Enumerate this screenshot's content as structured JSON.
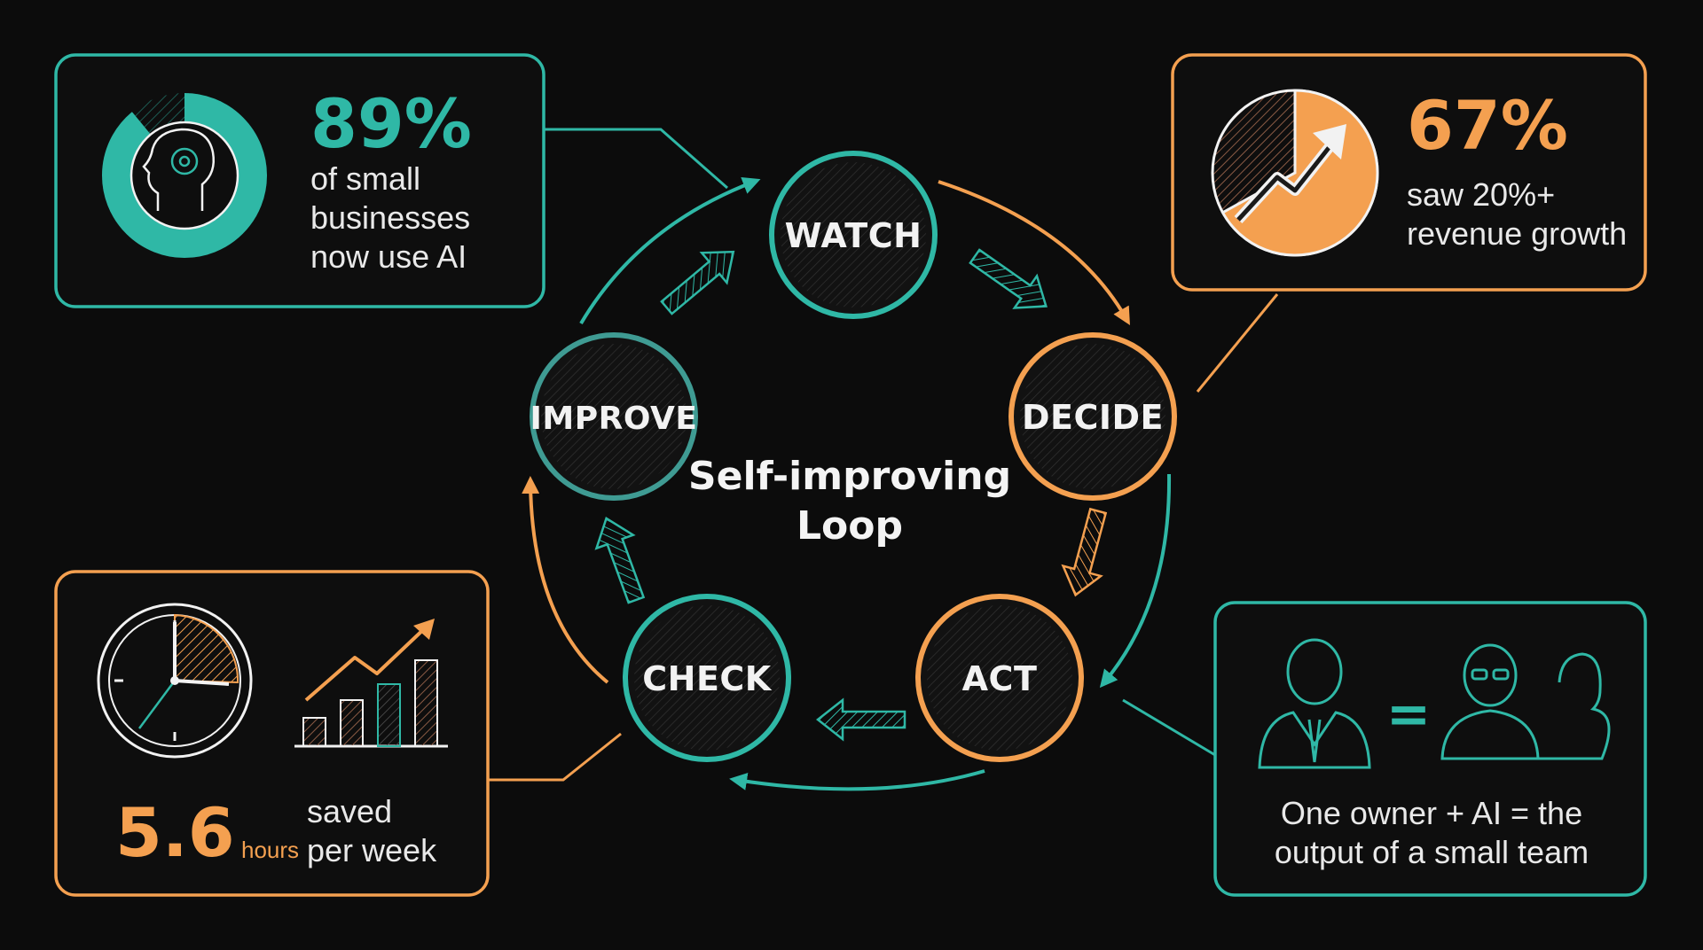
{
  "colors": {
    "background": "#0c0c0c",
    "teal": "#2fb8a6",
    "orange": "#f4a050",
    "text": "#f2f2f2"
  },
  "center": {
    "line1": "Self-improving",
    "line2": "Loop"
  },
  "loop_nodes": [
    {
      "id": "watch",
      "label": "WATCH",
      "color": "teal"
    },
    {
      "id": "decide",
      "label": "DECIDE",
      "color": "orange"
    },
    {
      "id": "act",
      "label": "ACT",
      "color": "orange"
    },
    {
      "id": "check",
      "label": "CHECK",
      "color": "teal"
    },
    {
      "id": "improve",
      "label": "IMPROVE",
      "color": "teal"
    }
  ],
  "stats": {
    "ai_usage": {
      "value": "89%",
      "line1": "of small",
      "line2": "businesses",
      "line3": "now use AI",
      "donut_fraction": 0.89,
      "icon": "head-gear-icon"
    },
    "revenue": {
      "value": "67%",
      "line1": "saw 20%+",
      "line2": "revenue growth",
      "pie_fraction": 0.67,
      "icon": "trend-arrow-icon"
    },
    "time_saved": {
      "value": "5.6",
      "unit": "hours",
      "line1": "saved",
      "line2": "per week",
      "icons": [
        "clock-icon",
        "bar-chart-icon"
      ]
    },
    "team": {
      "equals": "=",
      "line1": "One owner + AI = the",
      "line2": "output of a small team",
      "icons": [
        "owner-icon",
        "team-icon"
      ]
    }
  }
}
